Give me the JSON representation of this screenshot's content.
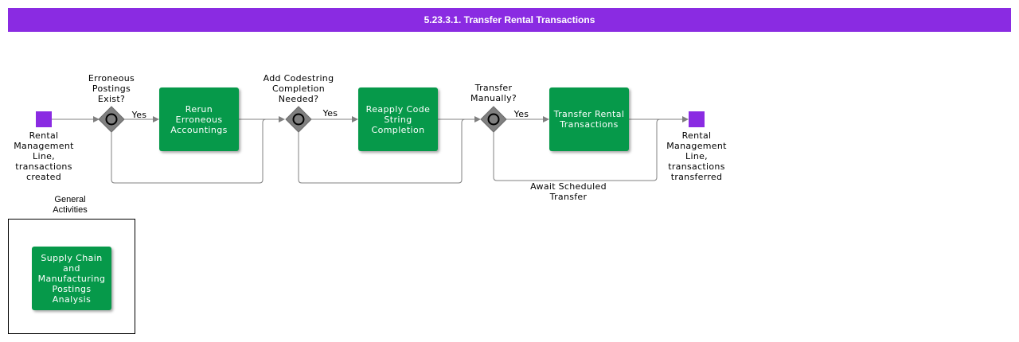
{
  "header": {
    "title": "5.23.3.1. Transfer Rental Transactions"
  },
  "events": {
    "start": {
      "label": "Rental\nManagement\nLine,\ntransactions\ncreated"
    },
    "end": {
      "label": "Rental\nManagement\nLine,\ntransactions\ntransferred"
    }
  },
  "gateways": {
    "g1": {
      "question": "Erroneous\nPostings\nExist?",
      "yes": "Yes"
    },
    "g2": {
      "question": "Add Codestring\nCompletion\nNeeded?",
      "yes": "Yes"
    },
    "g3": {
      "question": "Transfer\nManually?",
      "yes": "Yes",
      "no_path_label": "Await Scheduled\nTransfer"
    }
  },
  "tasks": {
    "rerun": "Rerun\nErroneous\nAccountings",
    "reapply": "Reapply Code\nString\nCompletion",
    "transfer": "Transfer Rental\nTransactions"
  },
  "group": {
    "title": "General\nActivities",
    "task": "Supply Chain\nand\nManufacturing\nPostings\nAnalysis"
  },
  "colors": {
    "header": "#8a2be2",
    "event": "#8a2be2",
    "task": "#06994a",
    "gateway": "#808080",
    "connector": "#808080"
  }
}
